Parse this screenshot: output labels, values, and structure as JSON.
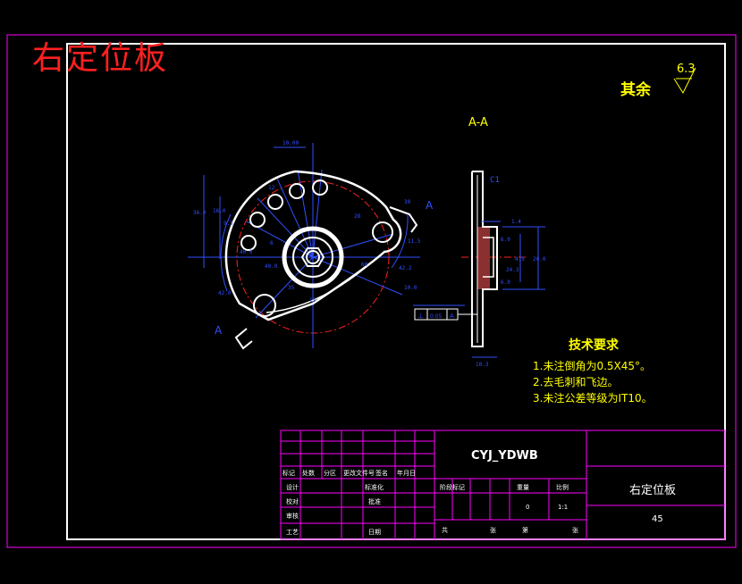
{
  "title": "右定位板",
  "roughness": {
    "label": "其余",
    "value": "6.3"
  },
  "section": {
    "title": "A-A",
    "marker": "A"
  },
  "views": {
    "front_dims": [
      "10.00",
      "36.0",
      "16.0",
      "9.5",
      "42.0",
      "40.0",
      "40.0",
      "12",
      "28",
      "30",
      "11.5",
      "42.2",
      "10.0",
      "60",
      "35",
      "15",
      "6"
    ],
    "side_dims": [
      "C1",
      "1.4",
      "6.0",
      "4.5",
      "24.3",
      "20.0",
      "6.0",
      "10.3"
    ],
    "tolerance_frame": [
      "⊥",
      "0.05",
      "A"
    ]
  },
  "tech_requirements": {
    "title": "技术要求",
    "items": [
      "1.未注倒角为0.5X45°。",
      "2.去毛刺和飞边。",
      "3.未注公差等级为IT10。"
    ]
  },
  "title_block": {
    "code": "CYJ_YDWB",
    "part_name": "右定位板",
    "material": "45",
    "revision_header": [
      "标记",
      "处数",
      "分区",
      "更改文件号",
      "签名",
      "年月日"
    ],
    "roles": [
      "设计",
      "校对",
      "审核",
      "工艺"
    ],
    "roles2": [
      "标准化",
      "批准",
      "日期"
    ],
    "stage_header": [
      "阶段标记",
      "重量",
      "比例"
    ],
    "weight": "0",
    "scale": "1:1",
    "sheet": [
      "共",
      "张",
      "第",
      "张"
    ]
  }
}
